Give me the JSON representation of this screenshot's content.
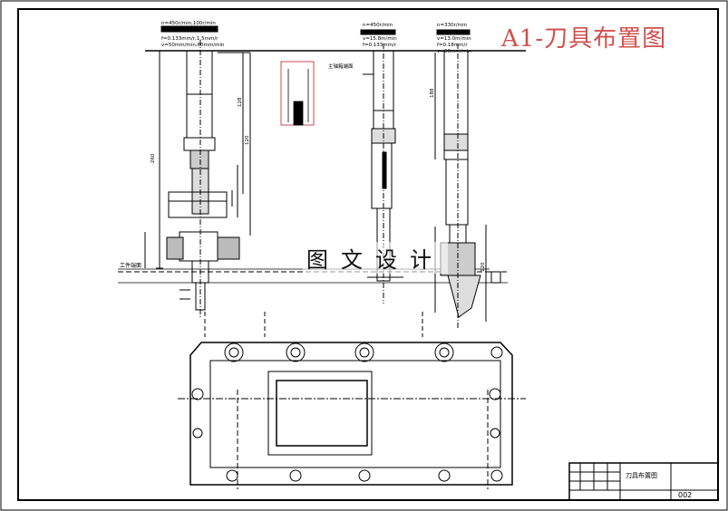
{
  "title": "A1-刀具布置图",
  "watermark": "图文设计",
  "title_block": {
    "name": "刀具布置图",
    "drawing_no": "002"
  },
  "stations": [
    {
      "id": "left",
      "params": [
        "n=450r/min,100r/min",
        "f=0.133mm/r,1.5mm/r",
        "v=50mm/min,60mm/min"
      ]
    },
    {
      "id": "middle",
      "params": [
        "n=450r/min",
        "v=15.8m/min",
        "f=0.133mm/r"
      ]
    },
    {
      "id": "right",
      "params": [
        "n=330r/min",
        "v=13.0m/min",
        "f=0.18mm/r",
        "v=60mm/min"
      ]
    }
  ],
  "labels": {
    "workpiece_end": "工件端面",
    "spindle_box_end": "主轴箱端面"
  },
  "dims": {
    "left_total": "260",
    "left_upper": "128",
    "left_mid": "120",
    "right_upper": "188",
    "right_lower": "120"
  },
  "colors": {
    "line": "#000000",
    "accent": "#d0504d",
    "border": "#000000"
  }
}
